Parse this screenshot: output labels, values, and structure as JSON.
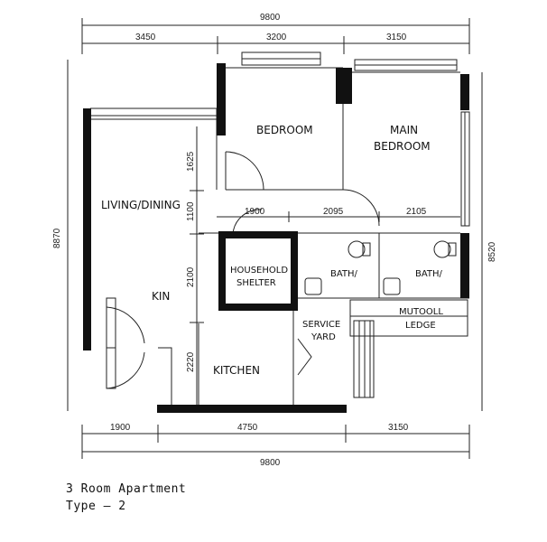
{
  "dimensions": {
    "top_total": "9800",
    "top_segments": [
      "3450",
      "3200",
      "3150"
    ],
    "bottom_segments": [
      "1900",
      "4750",
      "3150"
    ],
    "bottom_total": "9800",
    "left_total": "8870",
    "right_total": "8520",
    "left_segments": [
      "1625",
      "1100",
      "2100",
      "2220"
    ],
    "inner_segments": [
      "1900",
      "2095",
      "2105"
    ]
  },
  "rooms": {
    "bedroom": "BEDROOM",
    "main_bedroom_line1": "MAIN",
    "main_bedroom_line2": "BEDROOM",
    "living_dining": "LIVING/DINING",
    "kitchen_small": "KIN",
    "household_line1": "HOUSEHOLD",
    "household_line2": "SHELTER",
    "bath_1": "BATH/",
    "bath_2": "BATH/",
    "service_line1": "SERVICE",
    "service_line2": "YARD",
    "kitchen": "KITCHEN",
    "ledge_line1": "MUTOOLL",
    "ledge_line2": "LEDGE"
  },
  "caption": {
    "title": "3 Room Apartment",
    "type": "Type  —  2"
  }
}
